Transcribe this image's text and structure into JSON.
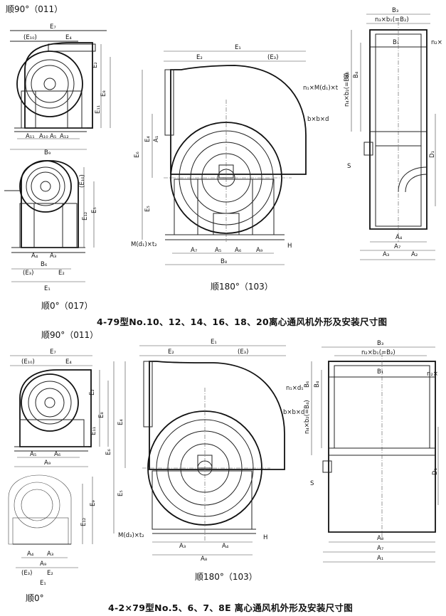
{
  "captions": {
    "top": "4-79型No.10、12、14、16、18、20离心通风机外形及安装尺寸图",
    "bottom": "4-2×79型No.5、6、7、8E 离心通风机外形及安装尺寸图"
  },
  "orientations": {
    "top_a": "顺90°（011）",
    "top_b": "顺0°（017）",
    "top_c": "顺180°（103）",
    "bottom_a": "顺90°（011）",
    "bottom_b": "顺0°",
    "bottom_c": "顺180°（103）"
  },
  "dimension_labels": {
    "E7": "E₇",
    "E10": "(E₁₀)",
    "E4": "E₄",
    "E2": "E₂",
    "E3": "(E₃)",
    "E1": "E₁",
    "E8": "E₈",
    "E11": "E₁₁",
    "E5": "E₅",
    "E12": "E₁₂",
    "E9": "E₉",
    "E6": "E₆",
    "A1": "A₁",
    "A2": "A₂",
    "A3": "A₃",
    "A4": "A₄",
    "A5": "A₅",
    "A6": "A₆",
    "A7": "A₇",
    "A8": "A₈",
    "A9": "A₉",
    "A10": "A₁₀",
    "A11": "A₁₁",
    "A12": "A₁₂",
    "B1": "B₁",
    "B3": "B₃",
    "B4": "B₄",
    "B6": "B₆",
    "B8": "B₈",
    "B9": "B₉",
    "D1": "D₁",
    "H": "H",
    "S": "S",
    "n3b1": "n₃×b₁(=B₂)",
    "n2b1": "n₂×b₁(=B₂)",
    "n4b2": "n₄×b₂(=B₄)",
    "n2x": "n₂×",
    "n1Md1": "n₁×M(d₁)×t",
    "n1d1": "n₁×d₁",
    "bbd": "b×b×d",
    "Md1t2": "M(d₁)×t₂",
    "Md3t2": "M(d₃)×t₂"
  }
}
